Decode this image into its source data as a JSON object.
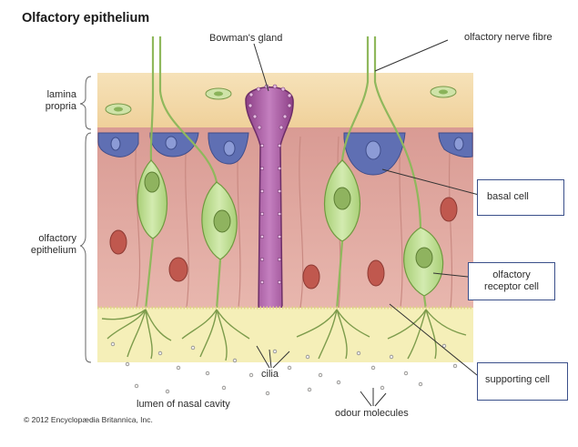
{
  "title": "Olfactory epithelium",
  "labels": {
    "bowmans_gland": "Bowman's gland",
    "olfactory_nerve_fibre": "olfactory nerve fibre",
    "lamina_propria": "lamina\npropria",
    "olfactory_epithelium": "olfactory\nepithelium",
    "basal_cell": "basal cell",
    "olfactory_receptor_cell": "olfactory\nreceptor cell",
    "supporting_cell": "supporting cell",
    "cilia": "cilia",
    "lumen_of_nasal_cavity": "lumen of nasal cavity",
    "odour_molecules": "odour molecules"
  },
  "copyright": "© 2012 Encyclopædia Britannica, Inc.",
  "colors": {
    "lamina_propria": "#f2d9a8",
    "epithelium": "#dfa59c",
    "receptor_cell": "#b9d98a",
    "basal_cell": "#5f6fb3",
    "supporting_nucleus": "#c0584e",
    "gland": "#a6559a",
    "mucus_layer": "#f5efb8",
    "label_box_border": "#3a4f8a"
  }
}
